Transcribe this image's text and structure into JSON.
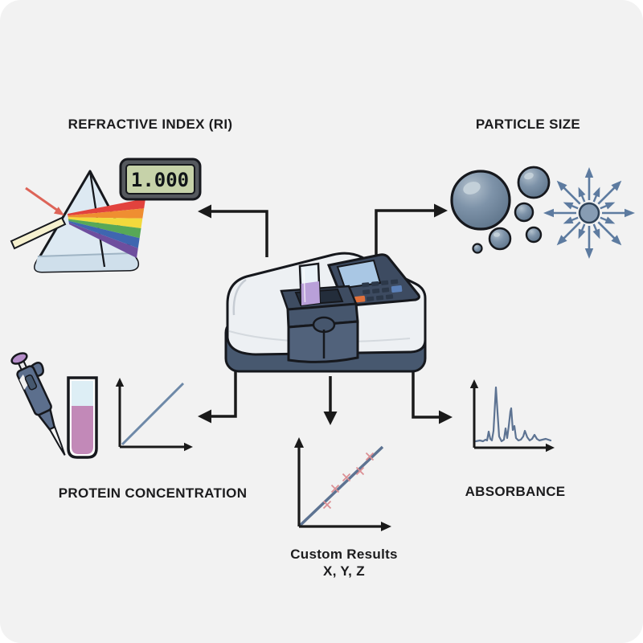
{
  "labels": {
    "refractive_index": "REFRACTIVE INDEX (RI)",
    "particle_size": "PARTICLE SIZE",
    "protein_concentration": "PROTEIN CONCENTRATION",
    "absorbance": "ABSORBANCE",
    "custom_results_line1": "Custom Results",
    "custom_results_line2": "X, Y, Z"
  },
  "lcd": {
    "value": "1.000"
  },
  "icons": {
    "center": "spectrophotometer-icon",
    "refractive_index": [
      "prism-dispersion-icon",
      "lcd-display-icon"
    ],
    "particle_size": [
      "particle-spheres-icon",
      "light-scattering-icon"
    ],
    "protein_concentration": [
      "micropipette-icon",
      "sample-tube-icon",
      "standard-curve-icon"
    ],
    "absorbance": [
      "absorbance-spectrum-icon"
    ],
    "custom_results": [
      "calibration-line-icon"
    ]
  },
  "colors": {
    "canvas_bg": "#f2f2f2",
    "outline": "#16181d",
    "arrow": "#1a1a1a",
    "graph_line": "#5d7392",
    "scatter_arrow": "#5d7ba0",
    "sphere": "#7e93a9",
    "lcd_screen": "#c6d2a9",
    "device_dark": "#47586f",
    "device_body": "#edf0f3",
    "panel_dark": "#3d4b61",
    "panel_screen": "#a9c7e4",
    "button_orange": "#e0713c",
    "button_blue": "#5b80b8",
    "cuvette_liquid": "#b9a0d9",
    "tube_liquid": "#c289b8",
    "pipette_body": "#5c6f8d",
    "pipette_knob": "#b48cc8",
    "beam_yellow": "#f6f1cf",
    "annotation_red": "#dd6458",
    "rainbow": [
      "#e2423d",
      "#ef8e31",
      "#f2d93c",
      "#57a857",
      "#3f66b0",
      "#6e4e9e"
    ]
  }
}
